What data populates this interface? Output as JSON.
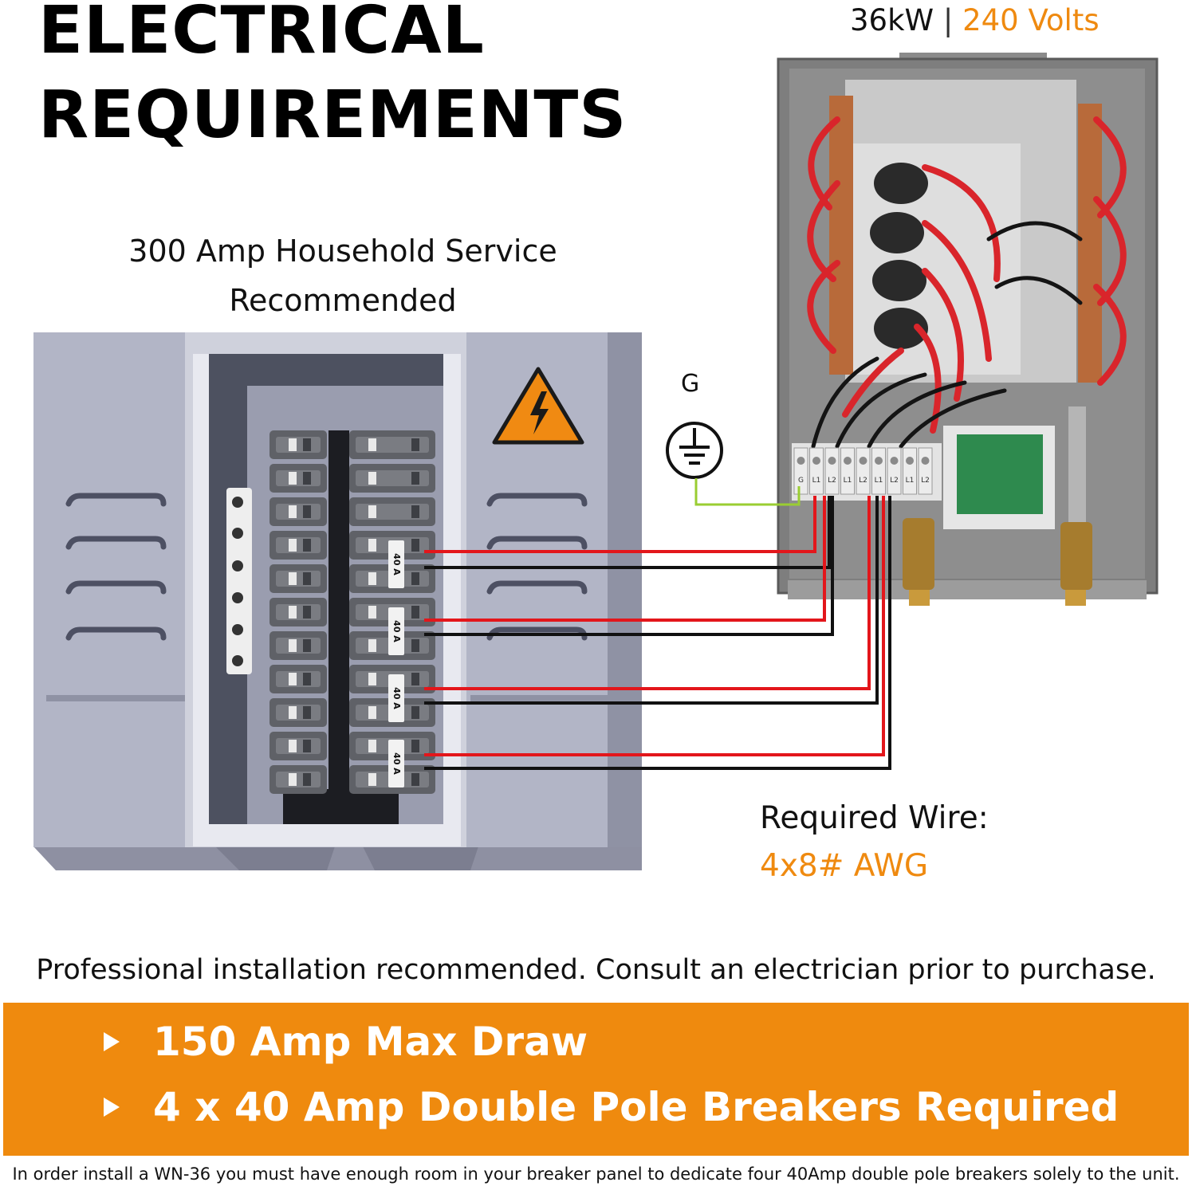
{
  "title": {
    "line1": "ELECTRICAL",
    "line2": "REQUIREMENTS"
  },
  "spec": {
    "power": "36kW",
    "separator": "|",
    "voltage": "240 Volts"
  },
  "service": {
    "line1": "300 Amp Household Service",
    "line2": "Recommended"
  },
  "ground_label": "G",
  "breaker_label": "40 A",
  "terminal_labels": [
    "G",
    "L1",
    "L2",
    "L1",
    "L2",
    "L1",
    "L2",
    "L1",
    "L2"
  ],
  "required_wire": {
    "label": "Required Wire:",
    "value": "4x8# AWG"
  },
  "notice": "Professional installation recommended. Consult an electrician prior to purchase.",
  "bullets": [
    "150 Amp Max Draw",
    "4 x 40 Amp Double Pole Breakers Required"
  ],
  "footnote": "In order install a WN-36 you must have enough room in your breaker panel to dedicate four 40Amp double pole breakers solely to the unit.",
  "colors": {
    "accent": "#ef8a10",
    "band": "#ef8a0e",
    "wire_hot": "#e3161b",
    "wire_return": "#111111",
    "panel": "#a7aabd",
    "ground_wire": "#9acd32"
  },
  "icons": {
    "warning": "high-voltage-warning-icon",
    "ground": "ground-symbol-icon"
  }
}
